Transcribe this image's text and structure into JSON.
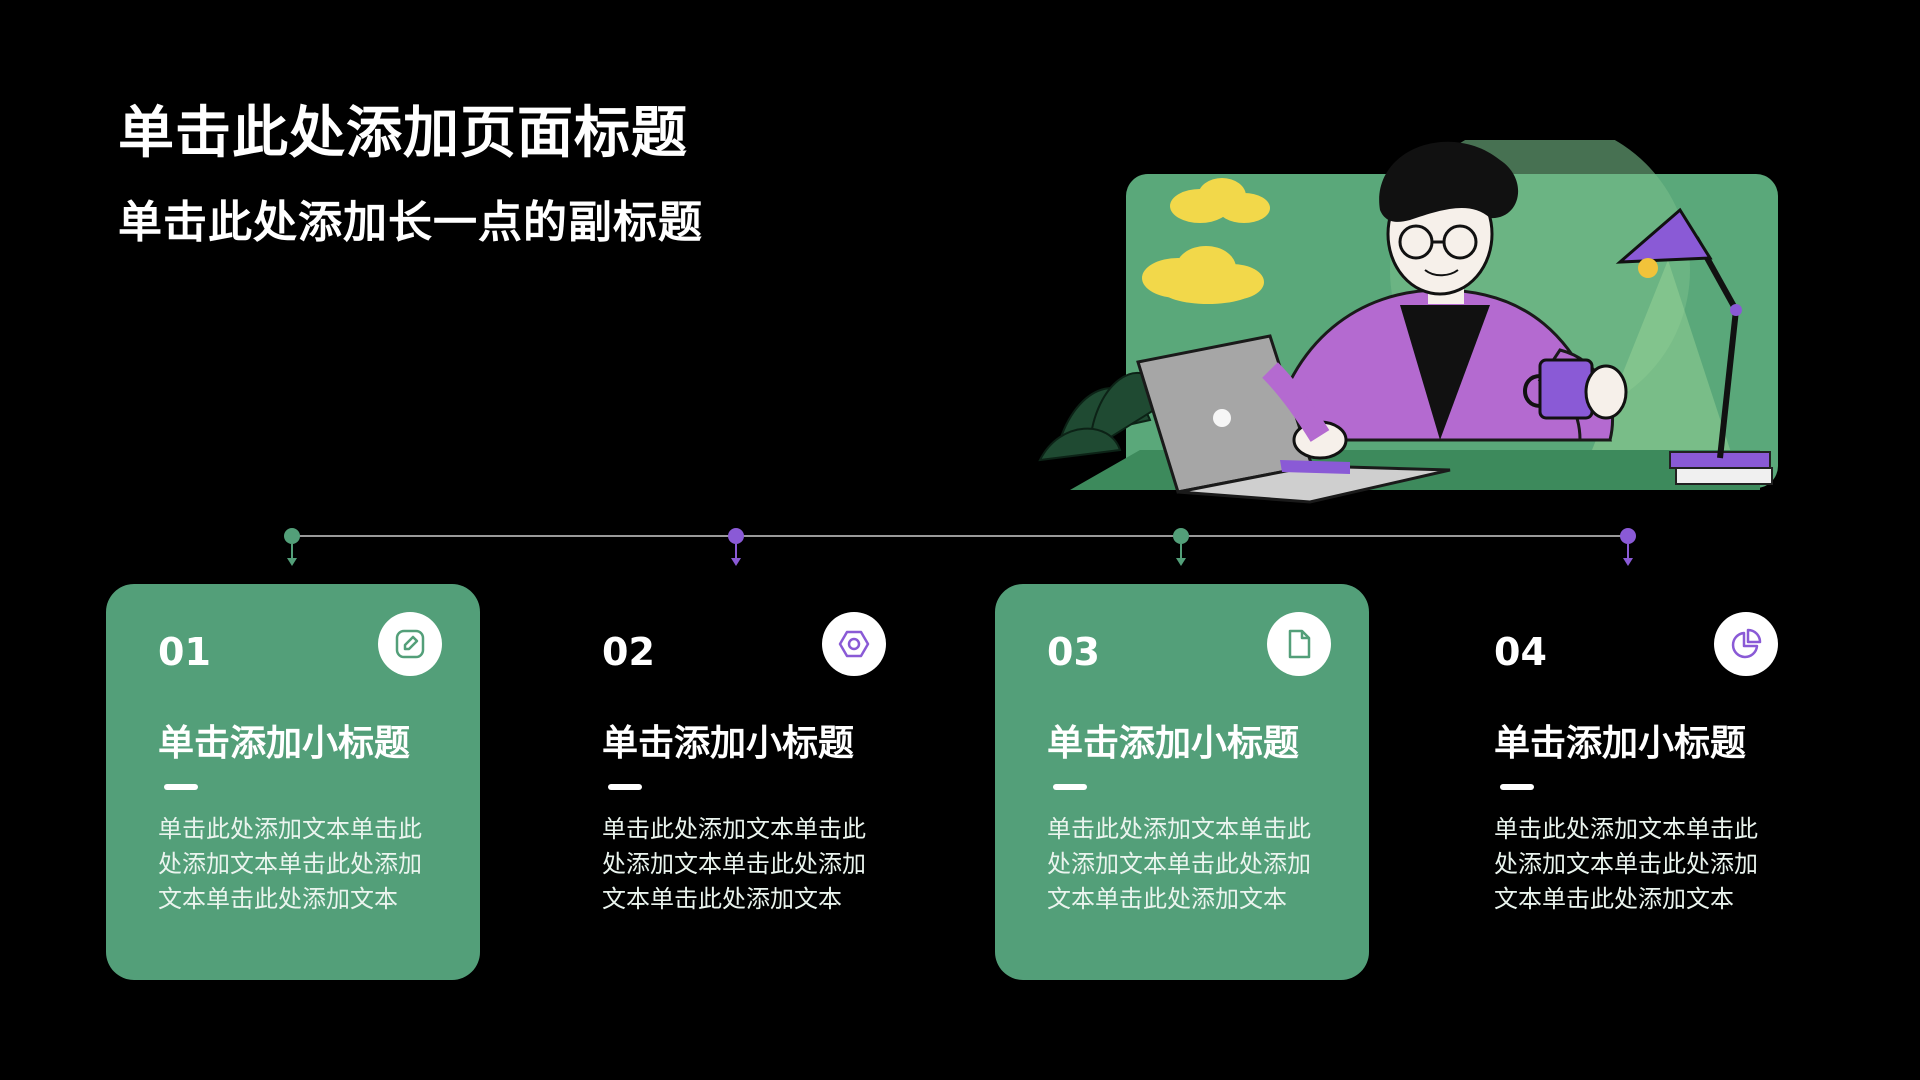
{
  "page": {
    "title": "单击此处添加页面标题",
    "subtitle": "单击此处添加长一点的副标题"
  },
  "colors": {
    "background": "#000000",
    "green": "#539f79",
    "purple": "#8a5ad6",
    "white": "#ffffff"
  },
  "cards": [
    {
      "number": "01",
      "title": "单击添加小标题",
      "body": "单击此处添加文本单击此处添加文本单击此处添加文本单击此处添加文本",
      "icon": "edit-icon",
      "filled": true
    },
    {
      "number": "02",
      "title": "单击添加小标题",
      "body": "单击此处添加文本单击此处添加文本单击此处添加文本单击此处添加文本",
      "icon": "hexagon-icon",
      "filled": false
    },
    {
      "number": "03",
      "title": "单击添加小标题",
      "body": "单击此处添加文本单击此处添加文本单击此处添加文本单击此处添加文本",
      "icon": "document-icon",
      "filled": true
    },
    {
      "number": "04",
      "title": "单击添加小标题",
      "body": "单击此处添加文本单击此处添加文本单击此处添加文本单击此处添加文本",
      "icon": "pie-chart-icon",
      "filled": false
    }
  ]
}
